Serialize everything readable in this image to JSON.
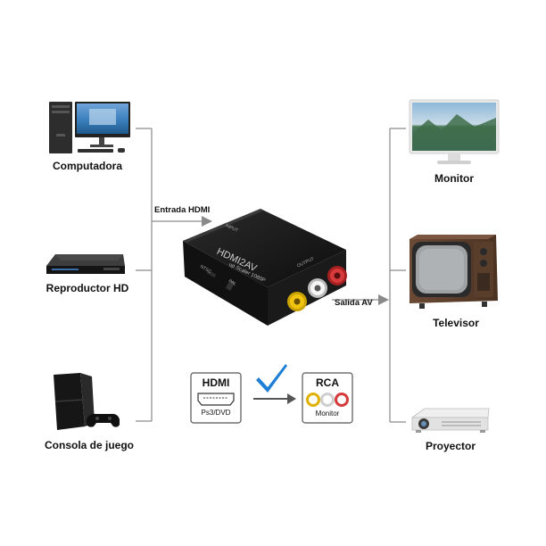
{
  "sources": [
    {
      "label": "Computadora",
      "icon": "desktop-computer-icon"
    },
    {
      "label": "Reproductor HD",
      "icon": "media-player-icon"
    },
    {
      "label": "Consola de juego",
      "icon": "game-console-icon"
    }
  ],
  "outputs": [
    {
      "label": "Monitor",
      "icon": "monitor-icon"
    },
    {
      "label": "Televisor",
      "icon": "crt-tv-icon"
    },
    {
      "label": "Proyector",
      "icon": "projector-icon"
    }
  ],
  "input_label": "Entrada HDMI",
  "output_label": "Salida AV",
  "converter": {
    "title": "HDMI2AV",
    "subtitle": "up Scaler 1080P",
    "input_port": "INPUT",
    "output_port": "OUTPUT",
    "switch_labels": [
      "NTSC",
      "PAL"
    ]
  },
  "legend": {
    "hdmi_title": "HDMI",
    "hdmi_sub": "Ps3/DVD",
    "rca_title": "RCA",
    "rca_sub": "Monitor"
  },
  "colors": {
    "line": "#8a8a8a",
    "arrow": "#555555",
    "check": "#1f7fd6",
    "rca_yellow": "#f1c40f",
    "rca_white": "#f5f5f5",
    "rca_red": "#d63a3a"
  }
}
